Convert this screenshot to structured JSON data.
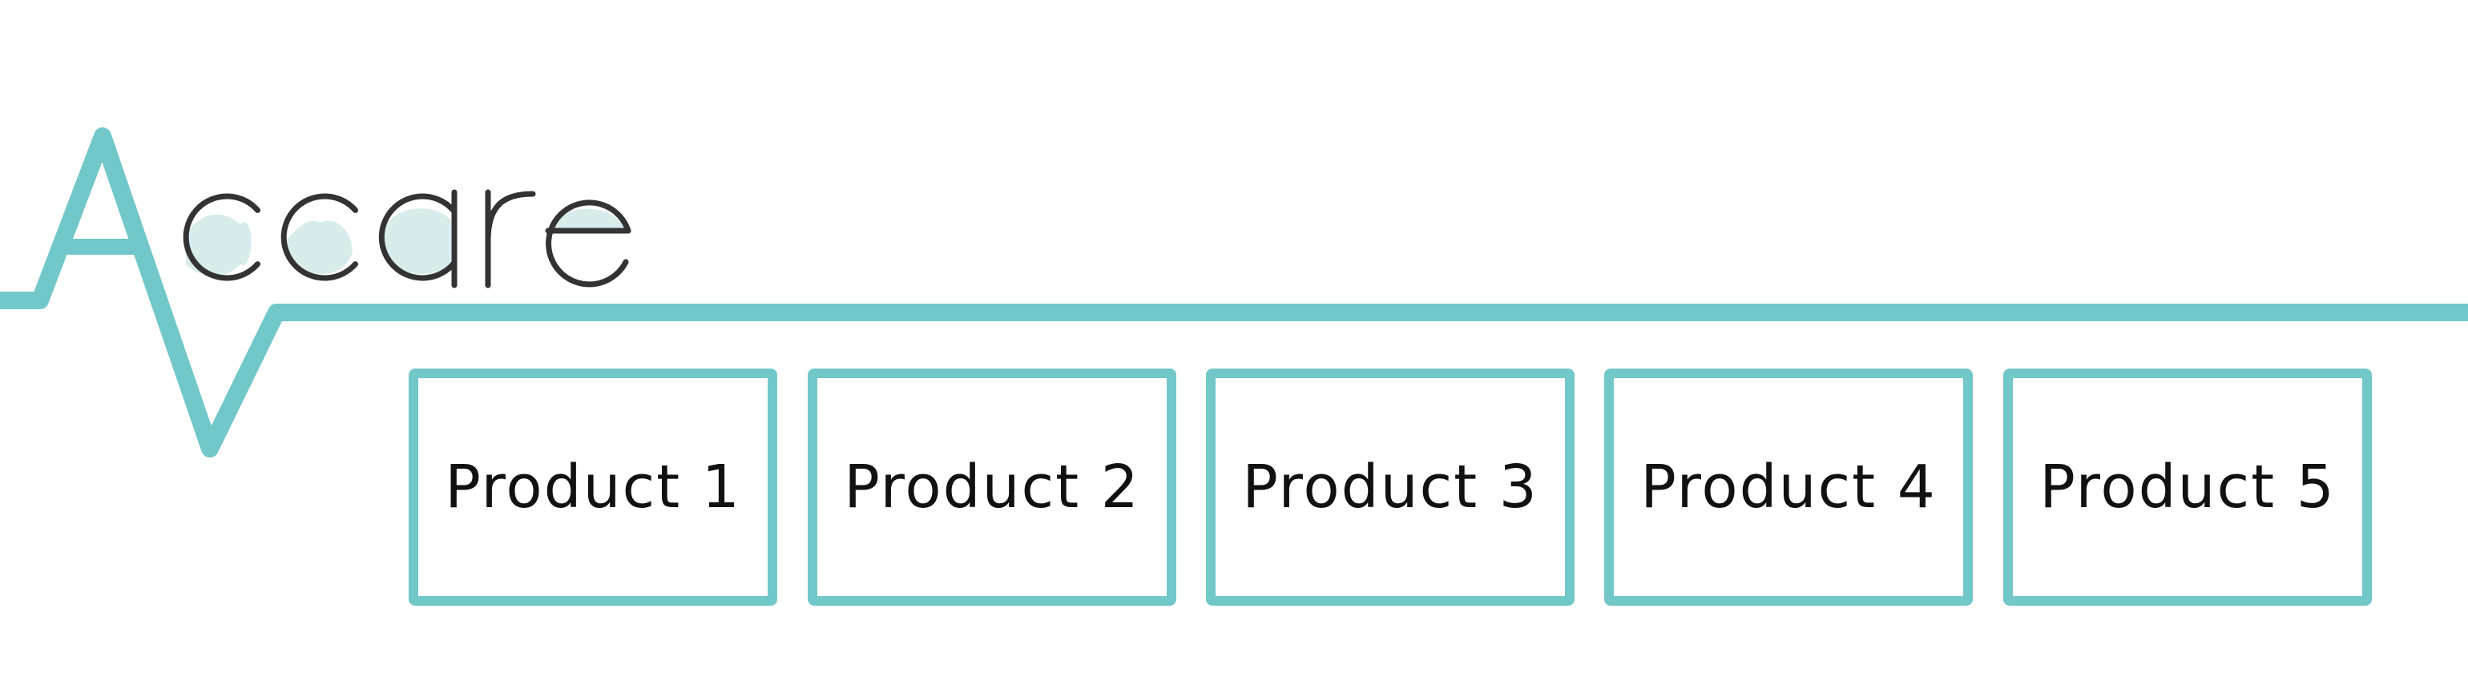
{
  "brand": {
    "logo_text": "Accare",
    "accent_color": "#72c7c9",
    "letter_color": "#333333",
    "fill_color": "#d8ecec"
  },
  "products": [
    {
      "label": "Product 1"
    },
    {
      "label": "Product 2"
    },
    {
      "label": "Product 3"
    },
    {
      "label": "Product 4"
    },
    {
      "label": "Product 5"
    }
  ]
}
